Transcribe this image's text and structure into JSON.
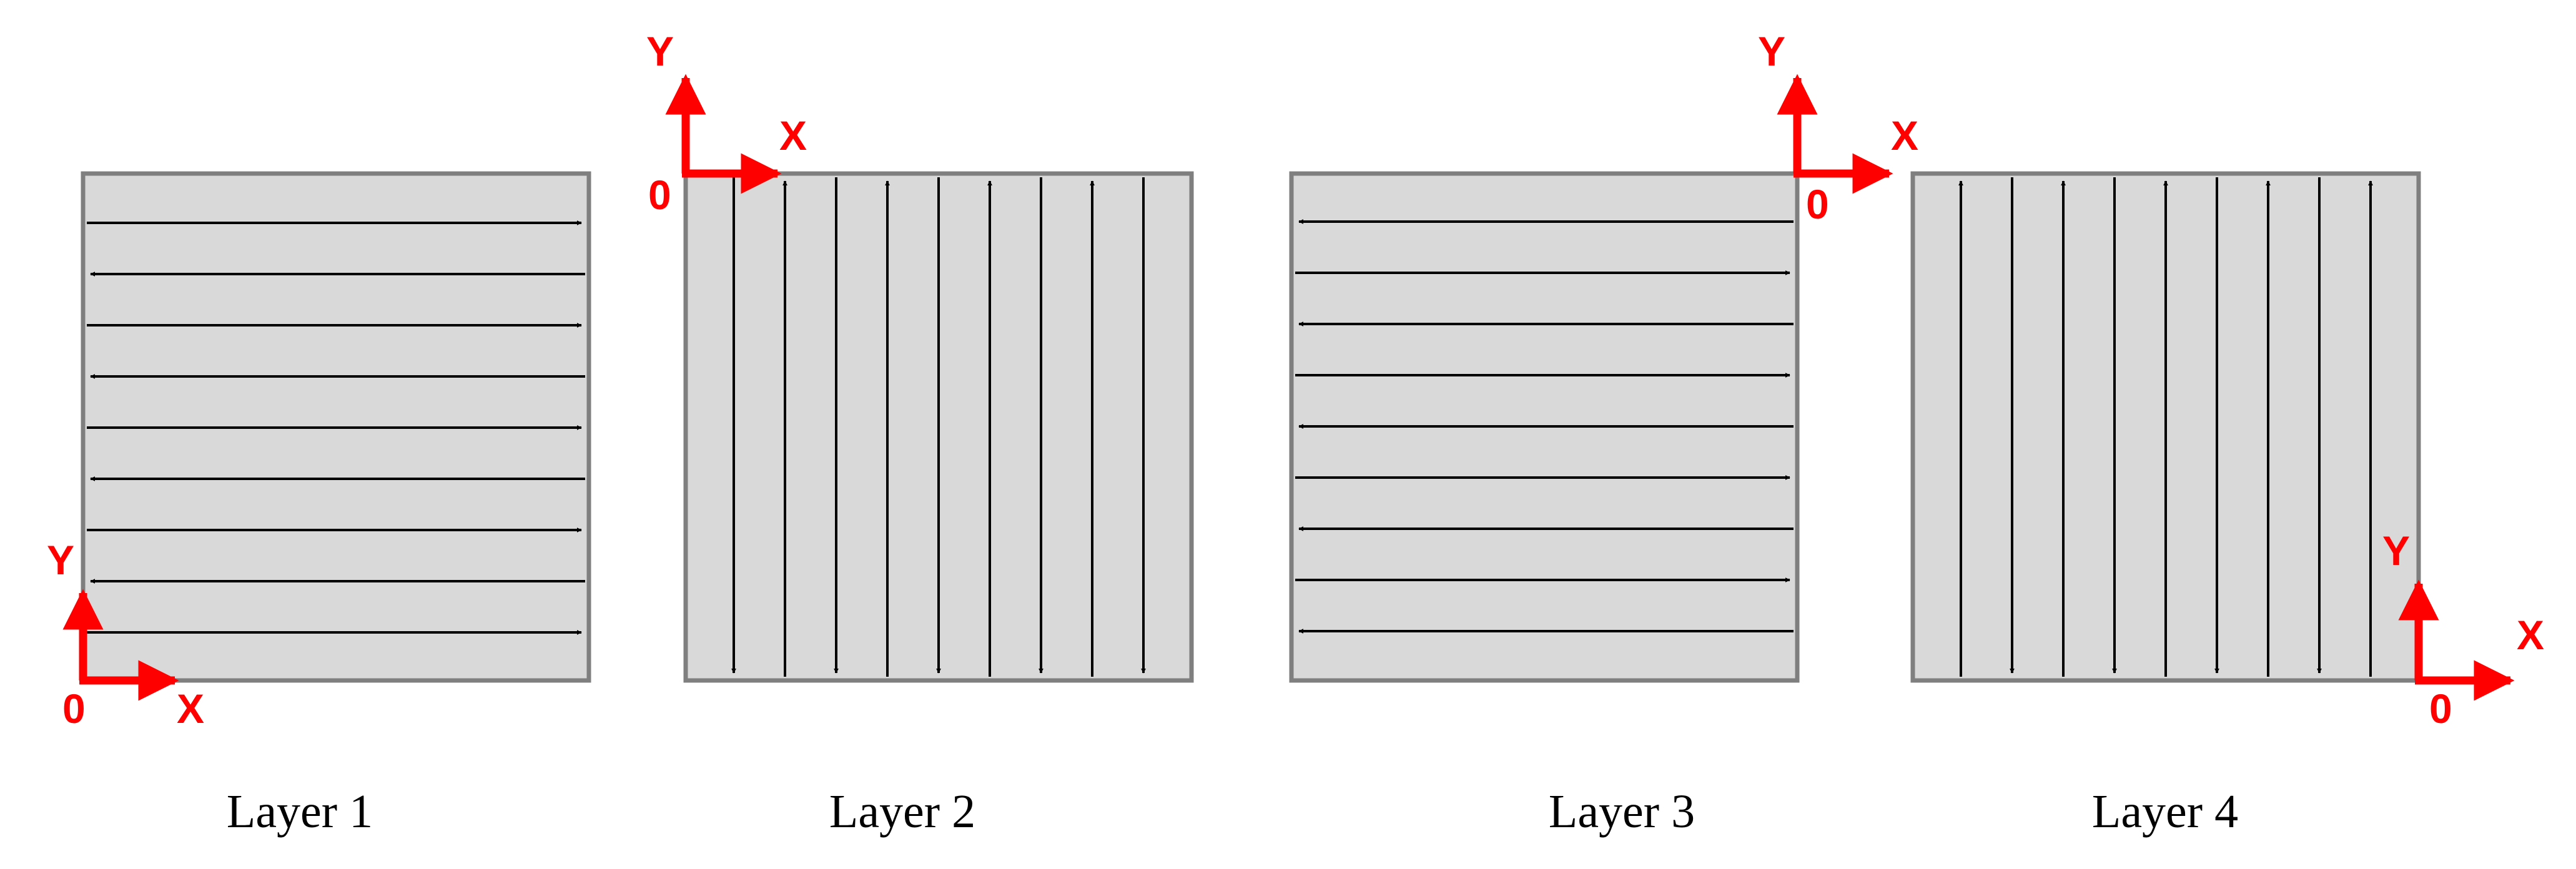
{
  "layers": [
    {
      "id": "layer-1",
      "label": "Layer 1",
      "scan_orientation": "horizontal",
      "first_pass_direction": "+X",
      "pass_count": 9,
      "origin_corner": "bottom-left",
      "axes": {
        "x_label": "X",
        "y_label": "Y",
        "origin_label": "0"
      }
    },
    {
      "id": "layer-2",
      "label": "Layer 2",
      "scan_orientation": "vertical",
      "first_pass_direction": "-Y",
      "pass_count": 9,
      "origin_corner": "top-left",
      "axes": {
        "x_label": "X",
        "y_label": "Y",
        "origin_label": "0"
      }
    },
    {
      "id": "layer-3",
      "label": "Layer 3",
      "scan_orientation": "horizontal",
      "first_pass_direction": "-X",
      "pass_count": 9,
      "origin_corner": "top-right",
      "axes": {
        "x_label": "X",
        "y_label": "Y",
        "origin_label": "0"
      }
    },
    {
      "id": "layer-4",
      "label": "Layer 4",
      "scan_orientation": "vertical",
      "first_pass_direction": "+Y",
      "pass_count": 9,
      "origin_corner": "bottom-right",
      "axes": {
        "x_label": "X",
        "y_label": "Y",
        "origin_label": "0"
      }
    }
  ],
  "colors": {
    "panel_fill": "#d9d9d9",
    "panel_border": "#7f7f7f",
    "scan_path": "#000000",
    "axes": "#ff0000"
  }
}
